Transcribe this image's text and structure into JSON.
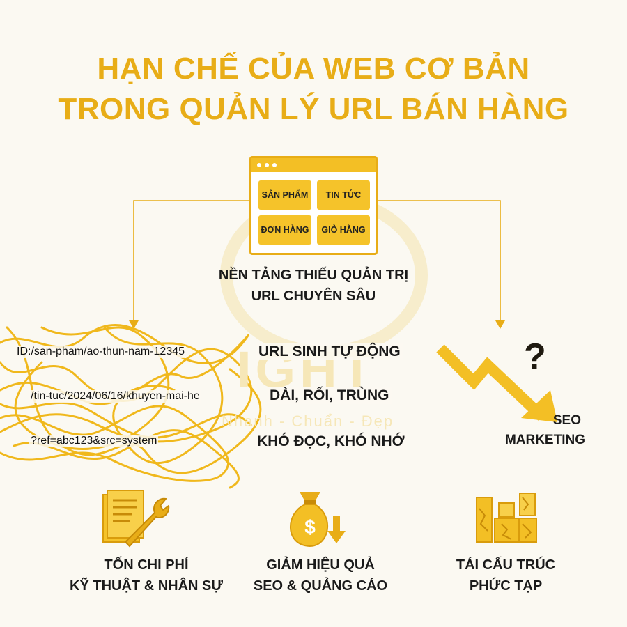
{
  "title": {
    "line1": "HẠN CHẾ CỦA WEB CƠ BẢN",
    "line2": "TRONG QUẢN LÝ URL BÁN HÀNG"
  },
  "browser": {
    "tiles": [
      "SẢN PHẨM",
      "TIN TỨC",
      "ĐƠN HÀNG",
      "GIỎ HÀNG"
    ]
  },
  "center_label": {
    "line1": "NỀN TẢNG THIẾU QUẢN TRỊ",
    "line2": "URL CHUYÊN SÂU"
  },
  "urls": [
    "ID:/san-pham/ao-thun-nam-12345",
    "/tin-tuc/2024/06/16/khuyen-mai-he",
    "?ref=abc123&src=system"
  ],
  "issues": [
    "URL SINH TỰ ĐỘNG",
    "DÀI, RỐI, TRÙNG",
    "KHÓ ĐỌC, KHÓ NHỚ"
  ],
  "seo": {
    "line1": "SEO",
    "line2": "MARKETING",
    "question": "?"
  },
  "bottom": [
    {
      "icon": "document-wrench-icon",
      "line1": "TỐN CHI PHÍ",
      "line2": "KỸ THUẬT & NHÂN SỰ"
    },
    {
      "icon": "money-bag-down-icon",
      "line1": "GIẢM HIỆU QUẢ",
      "line2": "SEO & QUẢNG CÁO"
    },
    {
      "icon": "broken-blocks-icon",
      "line1": "TÁI CẤU TRÚC",
      "line2": "PHỨC TẠP"
    }
  ],
  "watermark": {
    "brand": "IGHT",
    "slogan": "Nhanh - Chuẩn - Đẹp"
  },
  "colors": {
    "accent": "#e8ad17",
    "tile": "#f5c32a",
    "background": "#fbf9f2",
    "text": "#1a1a1a"
  }
}
